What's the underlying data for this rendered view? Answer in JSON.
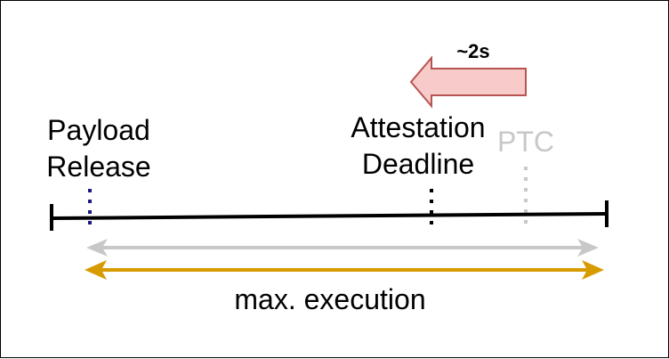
{
  "diagram": {
    "time_shift": "~2s",
    "payload_release": {
      "line1": "Payload",
      "line2": "Release"
    },
    "attestation_deadline": {
      "line1": "Attestation",
      "line2": "Deadline"
    },
    "ptc": "PTC",
    "max_execution": "max. execution"
  },
  "colors": {
    "timeline": "#000000",
    "payload_marker": "#1a1a80",
    "ptc_gray": "#c8c8c8",
    "arrow_fill": "#f8cbcb",
    "arrow_stroke": "#b85450",
    "execution_arrow": "#d79b00",
    "gray_arrow": "#c8c8c8"
  }
}
